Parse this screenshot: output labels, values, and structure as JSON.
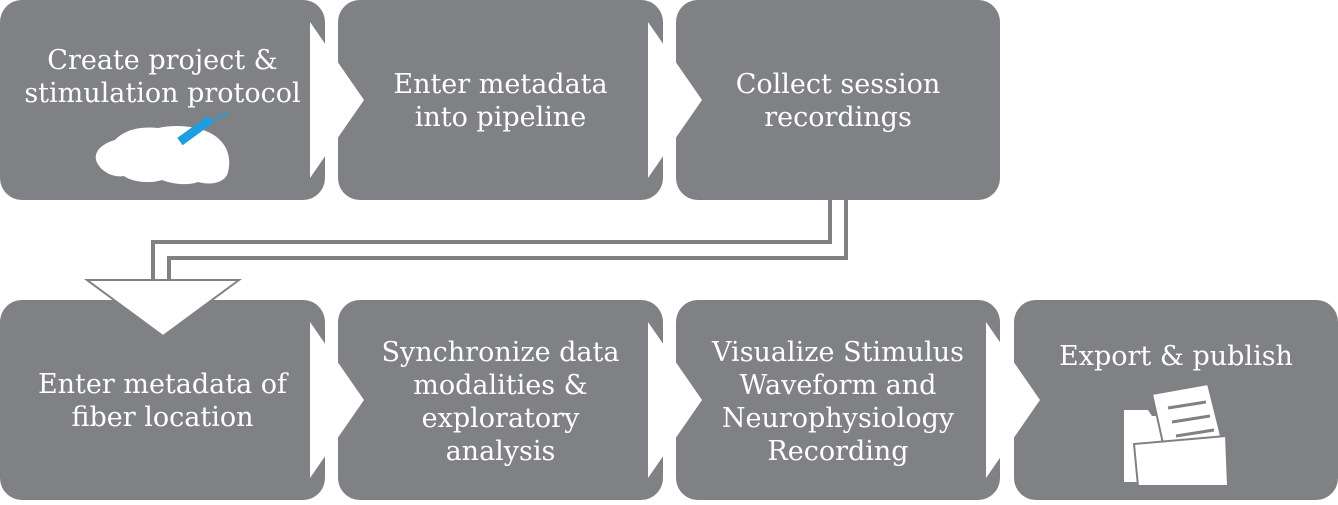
{
  "colors": {
    "box": "#808184",
    "arrow": "#ffffff",
    "pipe": "#808184",
    "probe": "#1e9ee0"
  },
  "steps": [
    {
      "id": "create-project",
      "label": "Create project &\nstimulation protocol",
      "icon": "mouse-brain-with-fiber-icon"
    },
    {
      "id": "enter-metadata",
      "label": "Enter metadata\ninto pipeline"
    },
    {
      "id": "collect-recordings",
      "label": "Collect session\nrecordings"
    },
    {
      "id": "fiber-location",
      "label": "Enter metadata of\nfiber location"
    },
    {
      "id": "synchronize",
      "label": "Synchronize data\nmodalities &\nexploratory\nanalysis"
    },
    {
      "id": "visualize",
      "label": "Visualize Stimulus\nWaveform and\nNeurophysiology\nRecording"
    },
    {
      "id": "export",
      "label": "Export & publish",
      "icon": "folder-with-documents-icon"
    }
  ]
}
